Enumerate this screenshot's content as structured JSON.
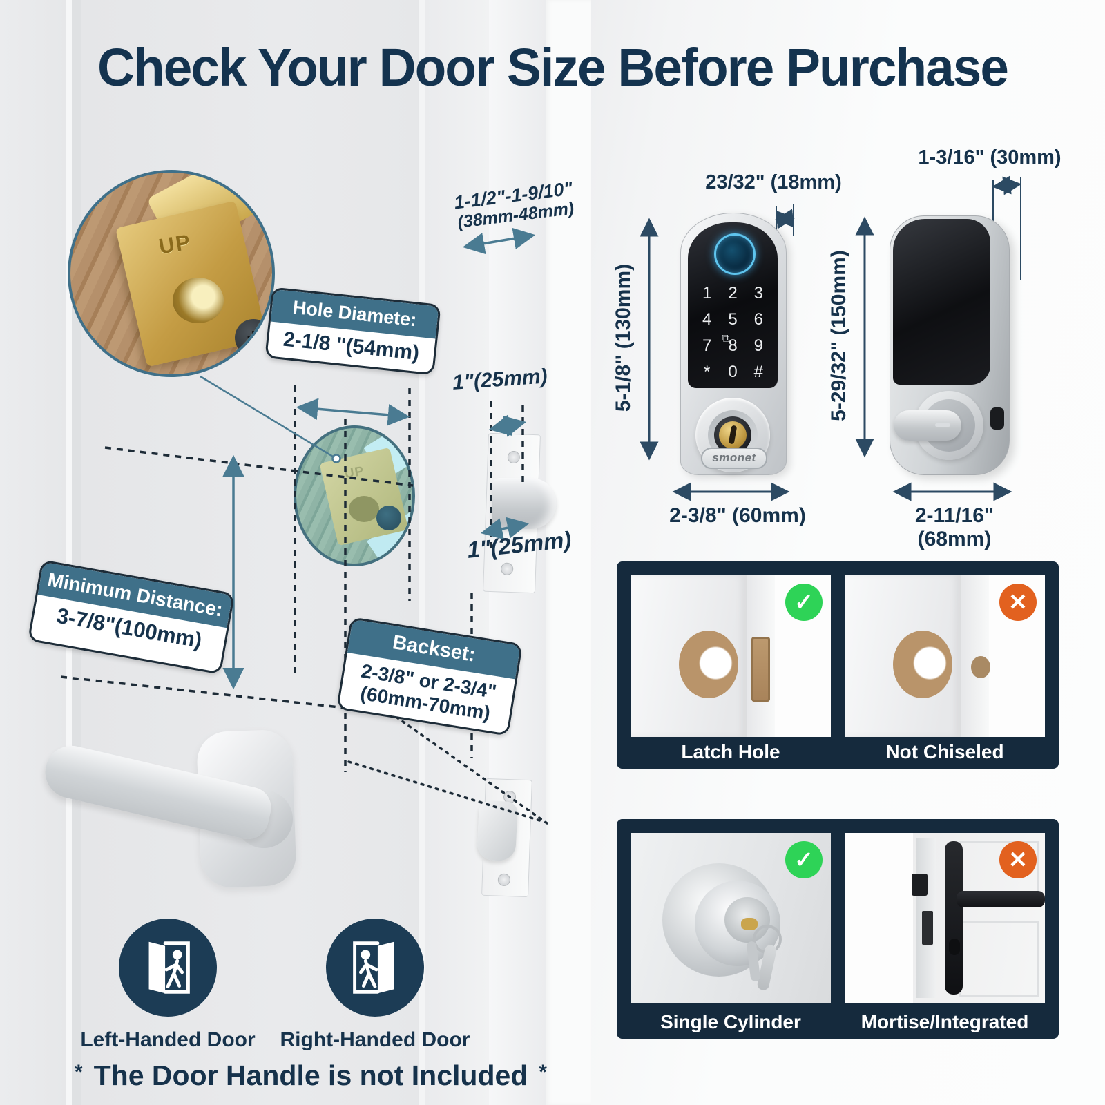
{
  "title": "Check Your Door Size Before Purchase",
  "door_annotations": {
    "up_marking": "UP",
    "thickness_line1": "1-1/2\"-1-9/10\"",
    "thickness_line2": "(38mm-48mm)",
    "latch_width_top": "1\"(25mm)",
    "latch_width_bottom": "1\"(25mm)",
    "hole_box": {
      "title": "Hole Diamete:",
      "value": "2-1/8 \"(54mm)"
    },
    "min_distance_box": {
      "title": "Minimum Distance:",
      "value": "3-7/8\"(100mm)"
    },
    "backset_box": {
      "title": "Backset:",
      "value_line1": "2-3/8\" or 2-3/4\"",
      "value_line2": "(60mm-70mm)"
    }
  },
  "front_lock": {
    "top_width": "23/32\" (18mm)",
    "height": "5-1/8\" (130mm)",
    "bottom_width": "2-3/8\" (60mm)",
    "brand": "smonet",
    "keypad": [
      [
        "1",
        "2",
        "3"
      ],
      [
        "4",
        "5",
        "6"
      ],
      [
        "7",
        "8",
        "9"
      ],
      [
        "*",
        "0",
        "#"
      ]
    ]
  },
  "back_lock": {
    "top_depth": "1-3/16\" (30mm)",
    "height": "5-29/32\" (150mm)",
    "bottom_width": "2-11/16\" (68mm)"
  },
  "compare_panels": [
    {
      "good_label": "Latch Hole",
      "bad_label": "Not Chiseled"
    },
    {
      "good_label": "Single Cylinder",
      "bad_label": "Mortise/Integrated"
    }
  ],
  "hand_icons": {
    "left_label": "Left-Handed Door",
    "right_label": "Right-Handed Door"
  },
  "footer": {
    "asterisk": "*",
    "text": "The Door Handle is not Included"
  },
  "icons": {
    "check": "✓",
    "cross": "✕",
    "keycard": "⧉",
    "screw_cross": "+"
  },
  "colors": {
    "navy_text": "#16324b",
    "teal_accent": "#3f7089",
    "panel_navy": "#152a3d",
    "good_green": "#2ed357",
    "bad_orange": "#e2611f"
  }
}
